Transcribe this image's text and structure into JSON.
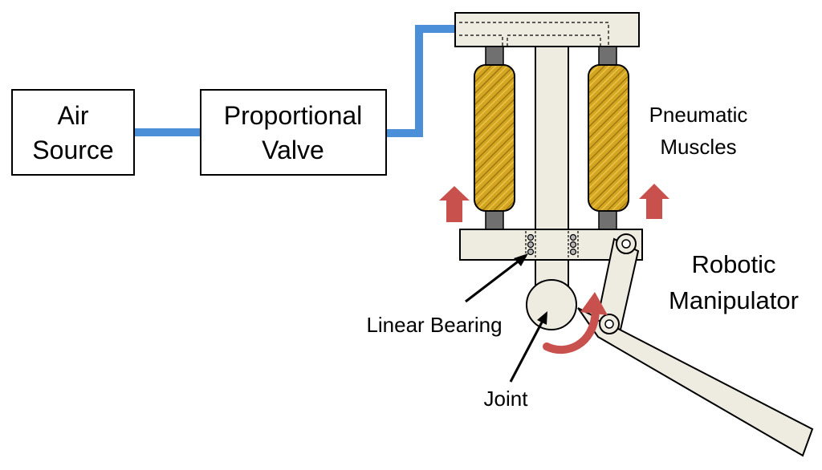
{
  "blocks": {
    "air_source": {
      "line1": "Air",
      "line2": "Source"
    },
    "proportional_valve": {
      "line1": "Proportional",
      "line2": "Valve"
    }
  },
  "labels": {
    "pneumatic_muscles": {
      "line1": "Pneumatic",
      "line2": "Muscles"
    },
    "robotic_manipulator": {
      "line1": "Robotic",
      "line2": "Manipulator"
    },
    "linear_bearing": "Linear Bearing",
    "joint": "Joint"
  },
  "colors": {
    "air_line": "#4a8fd8",
    "frame_fill": "#eeebe0",
    "muscle_fill": "#d4a520",
    "arrow": "#c8514e",
    "connector": "#707070"
  }
}
